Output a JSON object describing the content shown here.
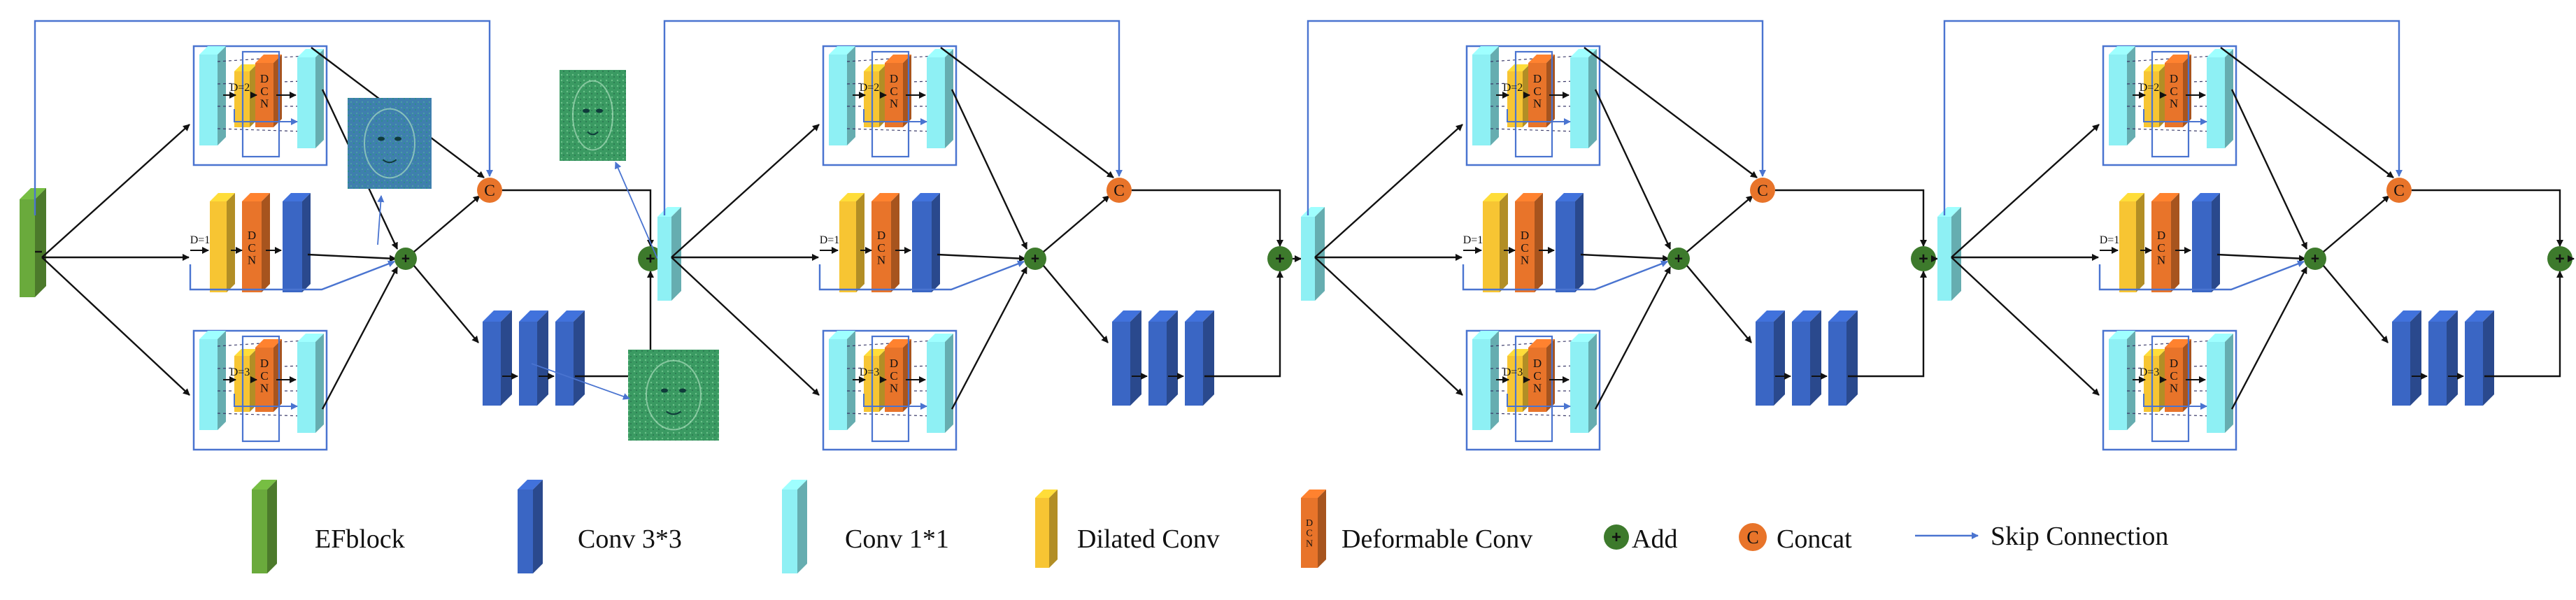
{
  "diagram": {
    "block_labels": {
      "dcn": [
        "D",
        "C",
        "N"
      ],
      "dilation_small": "D=1",
      "dilation_mid": "D=2",
      "dilation_large": "D=3"
    },
    "symbols": {
      "add": "+",
      "concat": "C"
    }
  },
  "legend": {
    "items": [
      {
        "key": "efblock",
        "label": "EFblock"
      },
      {
        "key": "conv33",
        "label": "Conv 3*3"
      },
      {
        "key": "conv11",
        "label": "Conv 1*1"
      },
      {
        "key": "dilated",
        "label": "Dilated Conv"
      },
      {
        "key": "deform",
        "label": "Deformable Conv"
      },
      {
        "key": "add",
        "label": "Add"
      },
      {
        "key": "concat",
        "label": "Concat"
      },
      {
        "key": "skip",
        "label": "Skip Connection"
      }
    ]
  },
  "colors": {
    "efblock": "#6aaa3c",
    "conv33": "#3a66c4",
    "conv11": "#8ef0f4",
    "dilated": "#f7c533",
    "deform": "#e8742a",
    "add": "#3d7a2c",
    "concat": "#e8742a",
    "skip": "#4a74d0",
    "arrow": "#111111"
  }
}
